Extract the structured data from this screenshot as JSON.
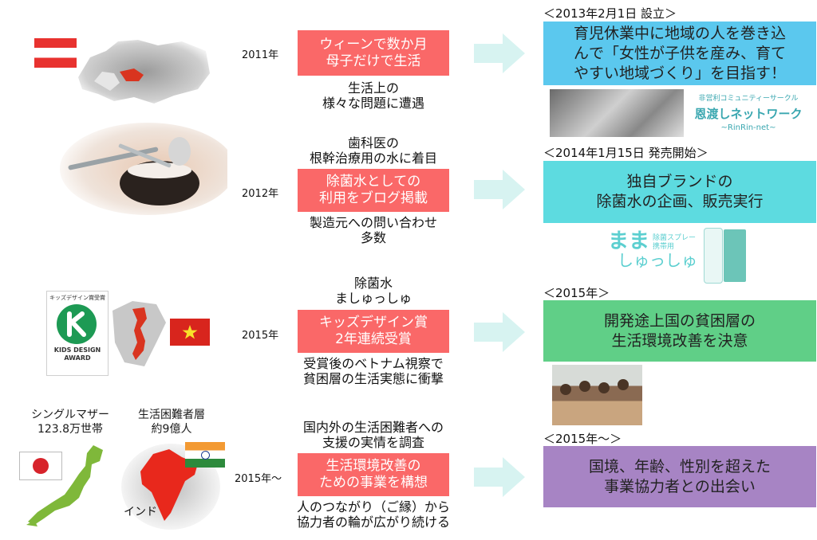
{
  "colors": {
    "red_box": "#fa6868",
    "arrow": "#d7f3f1",
    "goal1": "#5bc8ee",
    "goal2": "#5ddbe0",
    "goal3": "#60cf87",
    "goal4": "#a784c4"
  },
  "rows": [
    {
      "year": "2011年",
      "box_lines": [
        "ウィーンで数か月",
        "母子だけで生活"
      ],
      "below_lines": [
        "生活上の",
        "様々な問題に遭遇"
      ]
    },
    {
      "year": "2012年",
      "above_lines": [
        "歯科医の",
        "根幹治療用の水に着目"
      ],
      "box_lines": [
        "除菌水としての",
        "利用をブログ掲載"
      ],
      "below_lines": [
        "製造元への問い合わせ",
        "多数"
      ]
    },
    {
      "year": "2015年",
      "above_lines": [
        "除菌水",
        "ましゅっしゅ"
      ],
      "box_lines": [
        "キッズデザイン賞",
        "2年連続受賞"
      ],
      "below_lines": [
        "受賞後のベトナム視察で",
        "貧困層の生活実態に衝撃"
      ]
    },
    {
      "year": "2015年～",
      "above_lines": [
        "国内外の生活困難者への",
        "支援の実情を調査"
      ],
      "box_lines": [
        "生活環境改善の",
        "ための事業を構想"
      ],
      "below_lines": [
        "人のつながり（ご縁）から",
        "協力者の輪が広がり続ける"
      ]
    }
  ],
  "goals": [
    {
      "header": "＜2013年2月1日 設立＞",
      "lines": [
        "育児休業中に地域の人を巻き込",
        "んで「女性が子供を産み、育て",
        "やすい地域づくり」を目指す！"
      ]
    },
    {
      "header": "＜2014年1月15日 発売開始＞",
      "lines": [
        "独自ブランドの",
        "除菌水の企画、販売実行"
      ]
    },
    {
      "header": "＜2015年＞",
      "lines": [
        "開発途上国の貧困層の",
        "生活環境改善を決意"
      ]
    },
    {
      "header": "＜2015年～＞",
      "lines": [
        "国境、年齢、性別を超えた",
        "事業協力者との出会い"
      ]
    }
  ],
  "left_labels": {
    "award_top": "キッズデザイン賞受賞",
    "award_bottom": [
      "KIDS DESIGN",
      "AWARD"
    ],
    "japan_label": [
      "シングルマザー",
      "123.8万世帯"
    ],
    "india_label": [
      "生活困難者層",
      "約9億人"
    ],
    "india_name": "インド"
  },
  "photo_labels": {
    "network": [
      "非営利コミュニティーサークル",
      "恩渡しネットワーク",
      "~RinRin-net~"
    ],
    "product_name": [
      "まま",
      "しゅっしゅ"
    ],
    "product_sub": [
      "除菌スプレー",
      "携帯用"
    ]
  }
}
